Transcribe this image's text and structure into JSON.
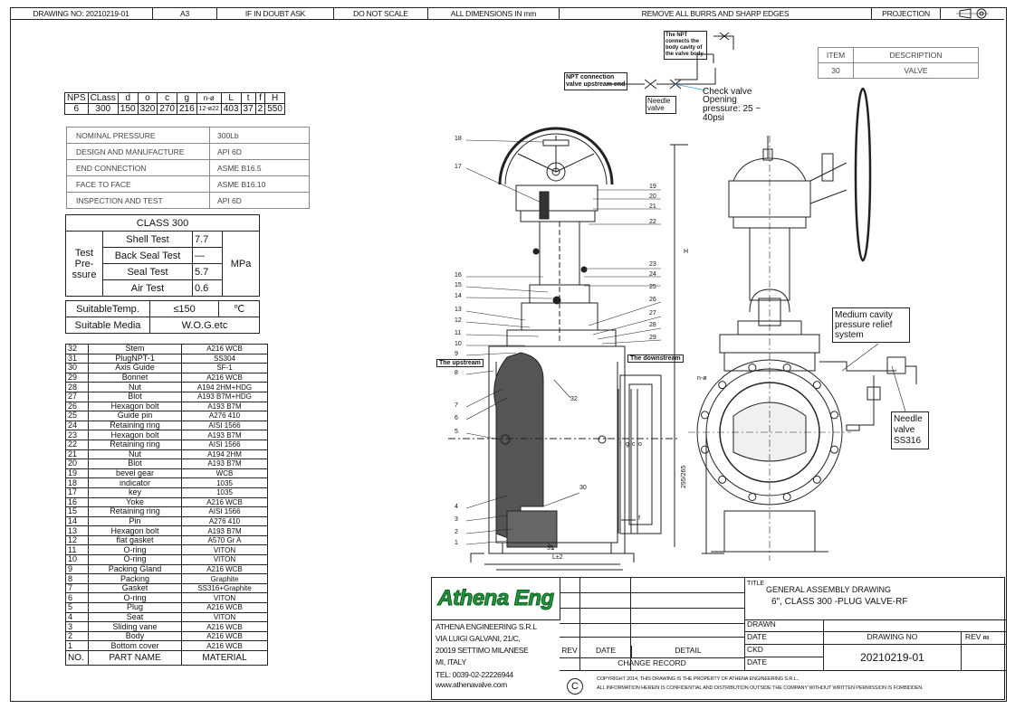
{
  "topbar": {
    "drawing_no": "DRAWING NO: 20210219-01",
    "size": "A3",
    "doubt": "IF IN DOUBT ASK",
    "scale": "DO NOT SCALE",
    "dims": "ALL DIMENSIONS IN mm",
    "burrs": "REMOVE ALL BURRS AND SHARP EDGES",
    "projection": "PROJECTION"
  },
  "item_table": {
    "headers": [
      "ITEM",
      "DESCRIPTION"
    ],
    "row": [
      "30",
      "VALVE"
    ]
  },
  "dim_table": {
    "headers": [
      "NPS",
      "CLass",
      "d",
      "o",
      "c",
      "g",
      "n-ø",
      "L",
      "t",
      "f",
      "H"
    ],
    "values": [
      "6",
      "300",
      "150",
      "320",
      "270",
      "216",
      "12-ø22",
      "403",
      "37",
      "2",
      "550"
    ]
  },
  "spec_table": [
    [
      "NOMINAL PRESSURE",
      "300Lb"
    ],
    [
      "DESIGN AND MANUFACTURE",
      "API 6D"
    ],
    [
      "END CONNECTION",
      "ASME B16.5"
    ],
    [
      "FACE TO FACE",
      "ASME B16.10"
    ],
    [
      "INSPECTION AND TEST",
      "API 6D"
    ]
  ],
  "class_table": {
    "title": "CLASS 300",
    "test_label": "Test Pre- ssure",
    "rows": [
      [
        "Shell Test",
        "7.7"
      ],
      [
        "Back Seal Test",
        "—"
      ],
      [
        "Seal Test",
        "5.7"
      ],
      [
        "Air Test",
        "0.6"
      ]
    ],
    "unit": "MPa",
    "temp_label": "SuitableTemp.",
    "temp_value": "≤150",
    "temp_unit": "℃",
    "media_label": "Suitable Media",
    "media_value": "W.O.G.etc"
  },
  "parts": [
    [
      "32",
      "Stem",
      "A216 WCB"
    ],
    [
      "31",
      "PlugNPT-1",
      "SS304"
    ],
    [
      "30",
      "Axis Guide",
      "SF-1"
    ],
    [
      "29",
      "Bonnet",
      "A216 WCB"
    ],
    [
      "28",
      "Nut",
      "A194 2HM+HDG"
    ],
    [
      "27",
      "Blot",
      "A193 B7M+HDG"
    ],
    [
      "26",
      "Hexagon bolt",
      "A193 B7M"
    ],
    [
      "25",
      "Guide pin",
      "A276 410"
    ],
    [
      "24",
      "Retaining ring",
      "AISI 1566"
    ],
    [
      "23",
      "Hexagon bolt",
      "A193 B7M"
    ],
    [
      "22",
      "Retaining ring",
      "AISI 1566"
    ],
    [
      "21",
      "Nut",
      "A194 2HM"
    ],
    [
      "20",
      "Blot",
      "A193 B7M"
    ],
    [
      "19",
      "bevel gear",
      "WCB"
    ],
    [
      "18",
      "indicator",
      "1035"
    ],
    [
      "17",
      "key",
      "1035"
    ],
    [
      "16",
      "Yoke",
      "A216 WCB"
    ],
    [
      "15",
      "Retaining ring",
      "AISI 1566"
    ],
    [
      "14",
      "Pin",
      "A276 410"
    ],
    [
      "13",
      "Hexagon bolt",
      "A193 B7M"
    ],
    [
      "12",
      "flat gasket",
      "A570 Gr A"
    ],
    [
      "11",
      "O-ring",
      "VITON"
    ],
    [
      "10",
      "O-ring",
      "VITON"
    ],
    [
      "9",
      "Packing Gland",
      "A216 WCB"
    ],
    [
      "8",
      "Packing",
      "Graphite"
    ],
    [
      "7",
      "Gasket",
      "SS316+Graphite"
    ],
    [
      "6",
      "O-ring",
      "VITON"
    ],
    [
      "5",
      "Plug",
      "A216 WCB"
    ],
    [
      "4",
      "Seat",
      "VITON"
    ],
    [
      "3",
      "Sliding vane",
      "A216 WCB"
    ],
    [
      "2",
      "Body",
      "A216 WCB"
    ],
    [
      "1",
      "Bottom cover",
      "A216 WCB"
    ]
  ],
  "parts_header": [
    "NO.",
    "PART NAME",
    "MATERIAL"
  ],
  "callouts": {
    "npt_body": "The NPT connects the body cavity of the valve body",
    "npt_upstream": "NPT connection valve upstream end",
    "needle_valve": "Needle valve",
    "check_valve": "Check valve",
    "opening_pressure": "Opening pressure: 25 ~ 40psi",
    "medium_cavity": "Medium cavity pressure relief system",
    "needle_ss316": "Needle valve SS316",
    "upstream": "The upstream",
    "downstream": "The downstream"
  },
  "labels": {
    "left_numbers": [
      "18",
      "17",
      "16",
      "15",
      "14",
      "13",
      "12",
      "11",
      "10",
      "9",
      "8",
      "7",
      "6",
      "5",
      "4",
      "3",
      "2",
      "1"
    ],
    "right_numbers": [
      "19",
      "20",
      "21",
      "22",
      "23",
      "24",
      "25",
      "26",
      "27",
      "28",
      "29"
    ],
    "n_phi": "n-ø",
    "dim_H": "H",
    "dim_L": "L±2",
    "dim_f": "f",
    "dim_t": "t",
    "dim_g": "g",
    "dim_c": "c",
    "dim_o": "o",
    "dim_295": "295/265",
    "n32": "32",
    "n30": "30",
    "n31": "31"
  },
  "title_block": {
    "logo": "Athena Eng",
    "company": "ATHENA ENGINEERING S.R.L",
    "addr1": "VIA LUIGI GALVANI, 21/C,",
    "addr2": "20019 SETTIMO MILANESE",
    "addr3": "MI, ITALY",
    "tel": "TEL: 0039-02-22226944",
    "web": "www.athenavalve.com",
    "title_label": "TITLE",
    "title1": "GENERAL ASSEMBLY DRAWING",
    "title2": "6\", CLASS 300 -PLUG VALVE-RF",
    "drawn": "DRAWN",
    "date1": "DATE",
    "ckd": "CKD",
    "date2": "DATE",
    "drawing_no_label": "DRAWING NO",
    "rev_label": "REV",
    "rev_value": "R0",
    "drawing_no": "20210219-01",
    "rev_col": "REV",
    "date_col": "DATE",
    "detail_col": "DETAIL",
    "change_record": "CHANGE RECORD",
    "copyright1": "COPYRIGHT 2014, THIS DRAWING IS THE PROPERTY OF ATHENA ENGINEERING S.R.L..",
    "copyright2": "ALL INFORMATION HEREIN IS CONFIDENTIAL AND DISTRIBUTION OUTSIDE THE COMPANY WITHOUT WRITTEN PERMISSION IS FORBIDDEN.",
    "copy_symbol": "C"
  },
  "colors": {
    "logo_green": "#1f9a3a",
    "line": "#222222"
  }
}
